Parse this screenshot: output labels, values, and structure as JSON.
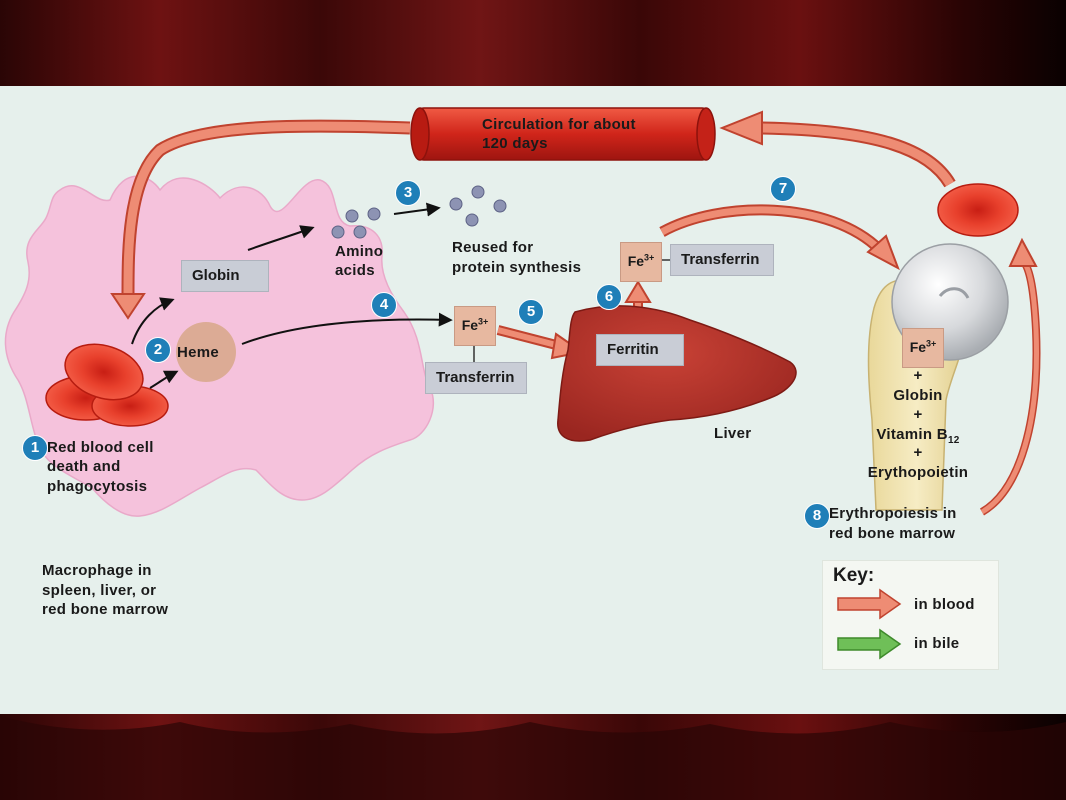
{
  "steps": {
    "s1": "1",
    "s2": "2",
    "s3": "3",
    "s4": "4",
    "s5": "5",
    "s6": "6",
    "s7": "7",
    "s8": "8"
  },
  "labels": {
    "circulation_l1": "Circulation for about",
    "circulation_l2": "120 days",
    "globin": "Globin",
    "heme": "Heme",
    "amino_l1": "Amino",
    "amino_l2": "acids",
    "reused_l1": "Reused for",
    "reused_l2": "protein synthesis",
    "fe": "Fe",
    "fe_charge": "3+",
    "transferrin": "Transferrin",
    "ferritin": "Ferritin",
    "liver": "Liver",
    "rbc_l1": "Red blood cell",
    "rbc_l2": "death and",
    "rbc_l3": "phagocytosis",
    "macrophage_l1": "Macrophage in",
    "macrophage_l2": "spleen, liver, or",
    "macrophage_l3": "red bone marrow",
    "plus": "+",
    "bone_globin": "Globin",
    "vitamin": "Vitamin B",
    "vitamin_sub": "12",
    "erythopoietin": "Erythopoietin",
    "erythropoiesis_l1": "Erythropoiesis in",
    "erythropoiesis_l2": "red bone marrow"
  },
  "key": {
    "title": "Key:",
    "blood": "in blood",
    "bile": "in bile"
  },
  "colors": {
    "panel": "#e6f0ec",
    "curtain": "#5e0c0c",
    "blood_arrow": "#e8856c",
    "bile_arrow": "#6fbf58",
    "rbc": "#e23a2a",
    "macrophage": "#f5c2dc",
    "liver": "#b33028",
    "step_badge": "#1f7fb8"
  }
}
